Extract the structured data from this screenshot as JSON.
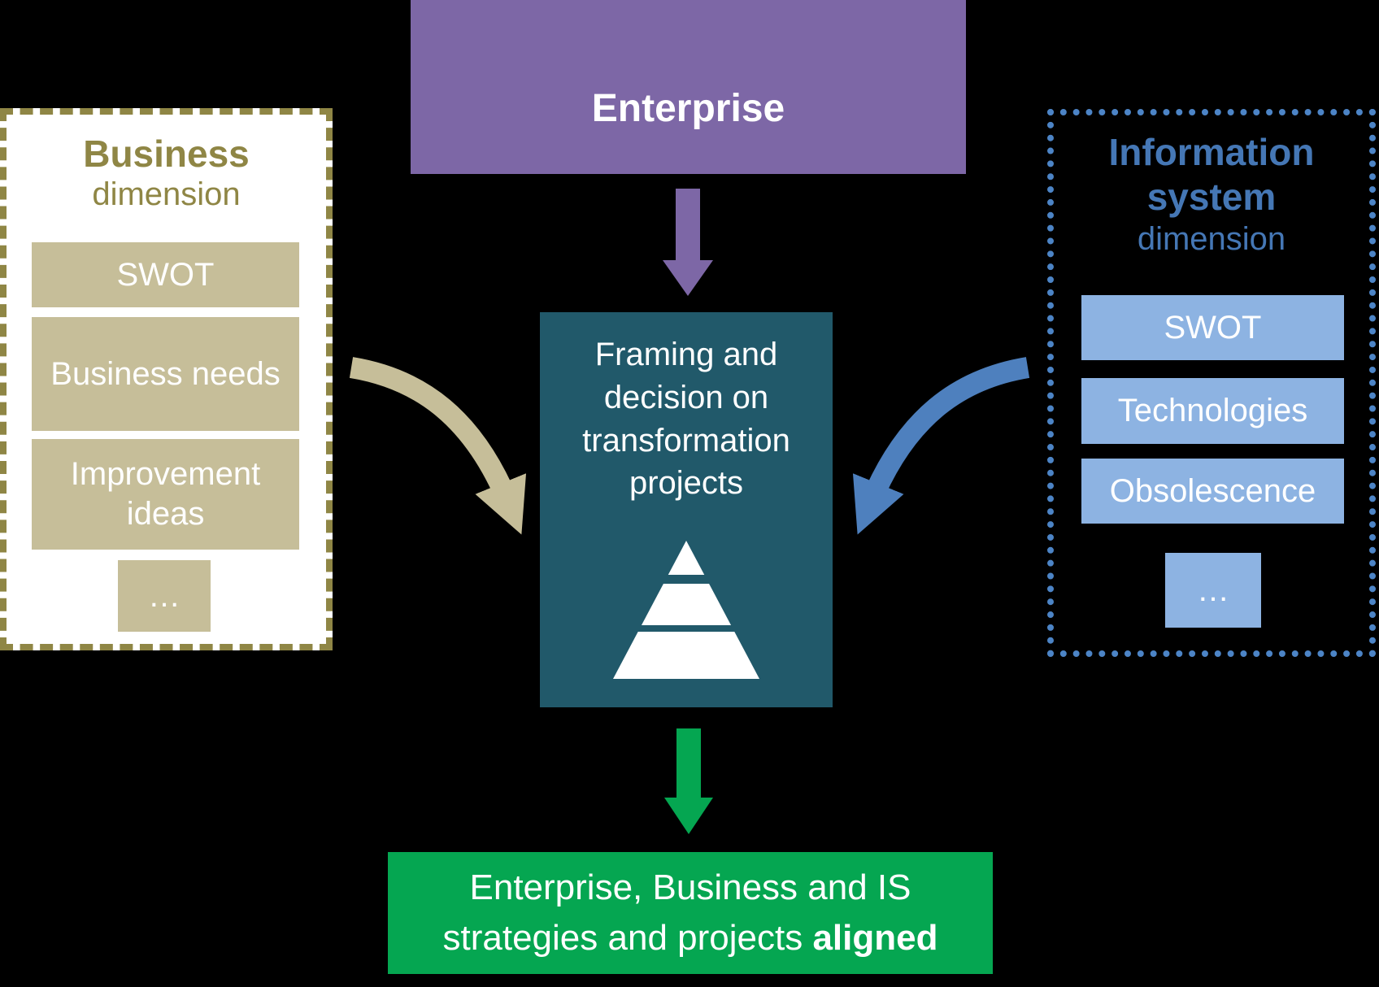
{
  "canvas": {
    "background": "#000000"
  },
  "enterprise": {
    "label": "Enterprise",
    "color": "#7D67A6"
  },
  "business_dimension": {
    "title_bold": "Business",
    "title_regular": "dimension",
    "items": [
      "SWOT",
      "Business needs",
      "Improvement ideas",
      "…"
    ],
    "fill_color": "#C6BE99",
    "accent_color": "#8F8645"
  },
  "is_dimension": {
    "title_bold": "Information system",
    "title_regular": "dimension",
    "items": [
      "SWOT",
      "Technologies",
      "Obsolescence",
      "…"
    ],
    "fill_color": "#8DB3E2",
    "title_color": "#4577B5",
    "border_color": "#4C84C6"
  },
  "framing": {
    "label": "Framing and decision on transformation projects",
    "color": "#21596A",
    "icon": "pyramid-icon"
  },
  "outcome": {
    "line1": "Enterprise, Business and IS",
    "line2_regular": "strategies and projects ",
    "line2_bold": "aligned",
    "color": "#05A651"
  },
  "arrows": {
    "enterprise_to_framing_color": "#7D67A6",
    "business_to_framing_color": "#C6BE99",
    "is_to_framing_color": "#4E80BE",
    "framing_to_outcome_color": "#05A651"
  }
}
